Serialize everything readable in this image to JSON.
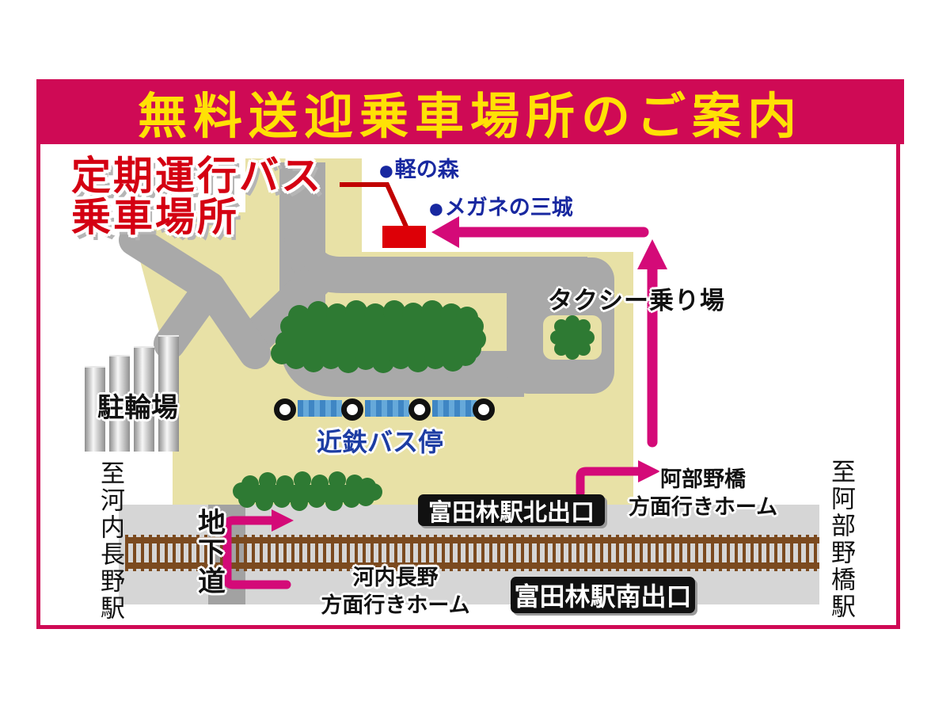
{
  "title": "無料送迎乗車場所のご案内",
  "colors": {
    "banner_bg": "#cf0a55",
    "banner_text": "#ffe105",
    "arrow_magenta": "#d40a78",
    "pickup_red": "#d40012",
    "plaza_tan": "#e8e1a6",
    "road_gray": "#a9a9a9",
    "tree_green": "#2e7a33",
    "platform_gray": "#d6d6d6",
    "underpass_gray": "#a2a2a2",
    "rail_brown": "#7b4a1f",
    "poi_blue": "#1828a0",
    "bus_bar_blue": "#3f86c4"
  },
  "labels": {
    "bullet": "●",
    "pickup_line1": "定期運行バス",
    "pickup_line2": "乗車場所",
    "poi_karu_no_mori": "軽の森",
    "poi_megane": "メガネの三城",
    "taxi_stand": "タクシー乗り場",
    "bicycle_parking": "駐輪場",
    "kintetsu_bus_stop": "近鉄バス停",
    "north_exit": "富田林駅北出口",
    "south_exit": "富田林駅南出口",
    "abenobashi_platform_line1": "阿部野橋",
    "abenobashi_platform_line2": "方面行きホーム",
    "kawachinagano_platform_line1": "河内長野",
    "kawachinagano_platform_line2": "方面行きホーム",
    "underpass": "地下道",
    "to_kawachinagano_station": "至河内長野駅",
    "to_abenobashi_station": "至阿部野橋駅"
  }
}
